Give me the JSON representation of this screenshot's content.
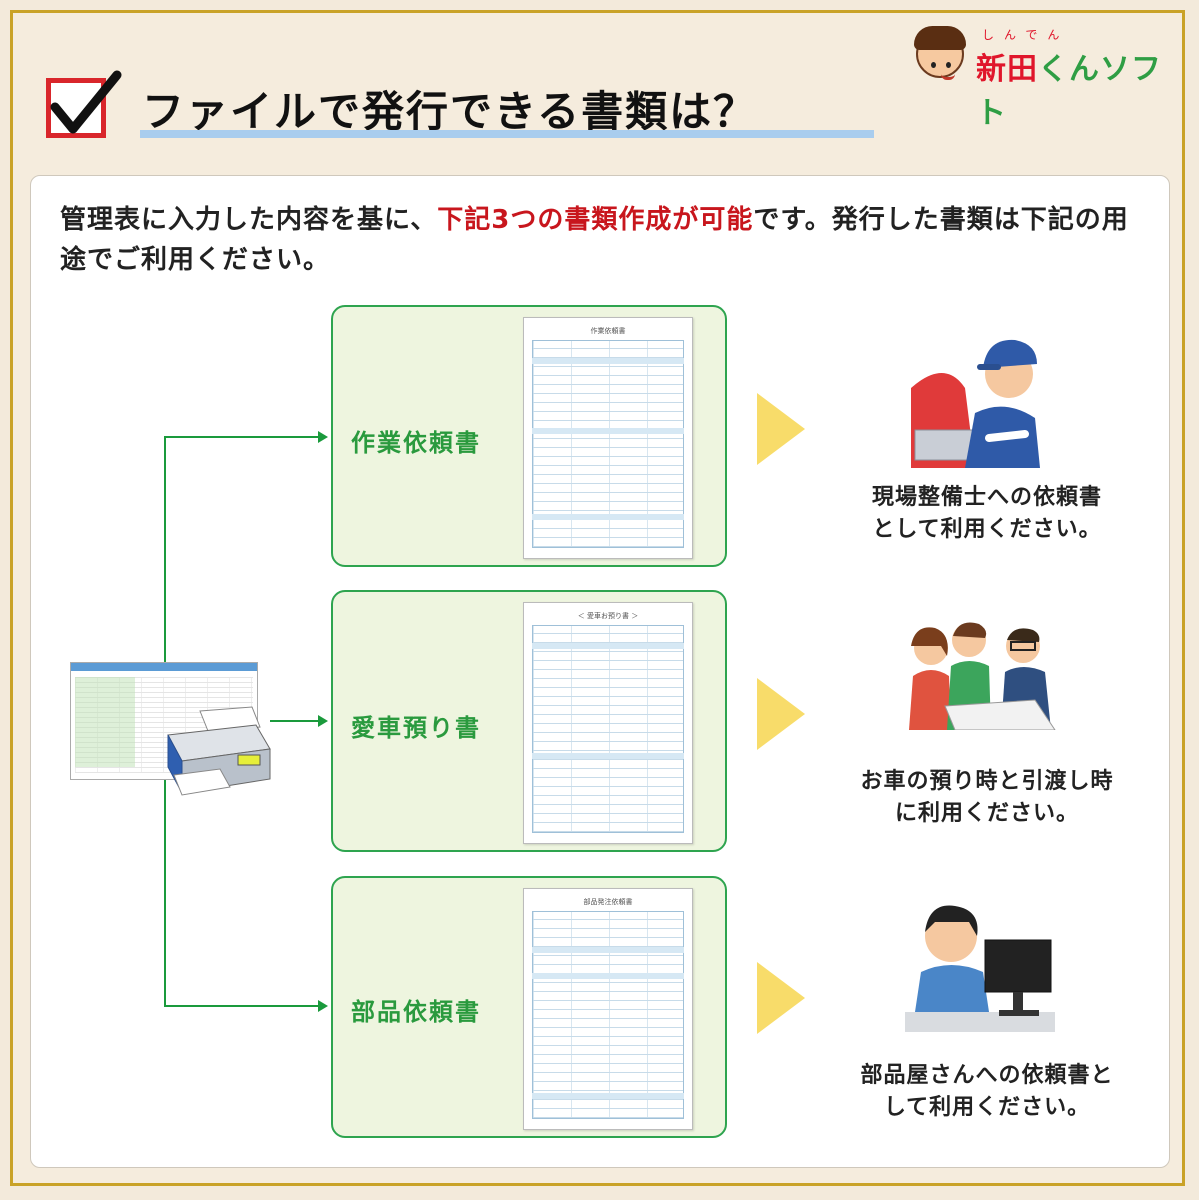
{
  "header": {
    "title": "ファイルで発行できる書類は？",
    "logo_ruby": "しんでん",
    "logo_name_a": "新田",
    "logo_name_b": "くんソフト"
  },
  "intro": {
    "part1": "管理表に入力した内容を基に、",
    "highlight": "下記3つの書類作成が可能",
    "part2": "です。発行した書類は下記の用途でご利用ください。"
  },
  "documents": [
    {
      "label": "作業依頼書",
      "doc_title": "作業依頼書",
      "caption_line1": "現場整備士への依頼書",
      "caption_line2": "として利用ください。"
    },
    {
      "label": "愛車預り書",
      "doc_title": "＜ 愛車お預り書 ＞",
      "caption_line1": "お車の預り時と引渡し時",
      "caption_line2": "に利用ください。"
    },
    {
      "label": "部品依頼書",
      "doc_title": "部品発注依頼書",
      "caption_line1": "部品屋さんへの依頼書と",
      "caption_line2": "して利用ください。"
    }
  ],
  "colors": {
    "accent_red": "#c8161d",
    "green": "#2ea44f",
    "border_gold": "#c9a227",
    "arrow_yellow": "#f8dc6a"
  }
}
